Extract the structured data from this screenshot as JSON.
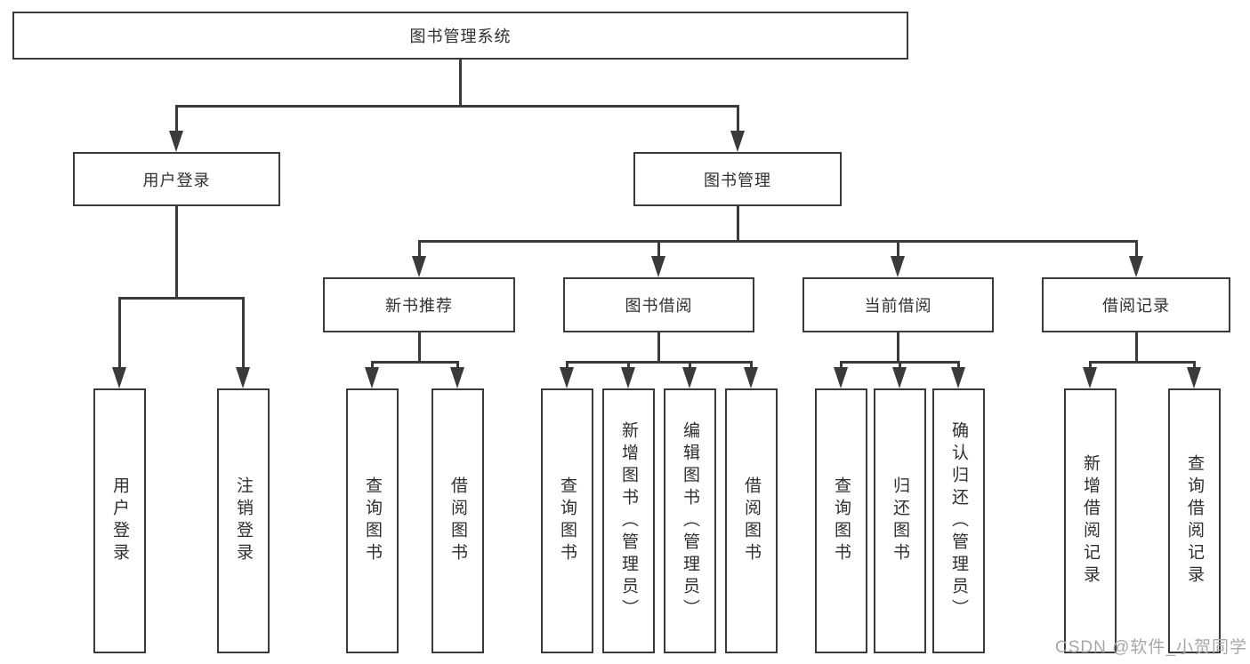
{
  "diagram_title": "图书管理系统",
  "watermark": "CSDN @软件_小贺同学",
  "colors": {
    "line": "#3a3a3a",
    "box_border": "#3a3a3a",
    "box_background": "#ffffff",
    "text": "#2f2f2f",
    "watermark": "#a8a8a8",
    "page_background": "#ffffff"
  },
  "tree": {
    "label": "图书管理系统",
    "children": [
      {
        "label": "用户登录",
        "children": [
          {
            "label": "用户登录"
          },
          {
            "label": "注销登录"
          }
        ]
      },
      {
        "label": "图书管理",
        "children": [
          {
            "label": "新书推荐",
            "children": [
              {
                "label": "查询图书"
              },
              {
                "label": "借阅图书"
              }
            ]
          },
          {
            "label": "图书借阅",
            "children": [
              {
                "label": "查询图书"
              },
              {
                "label": "新增图书（管理员）"
              },
              {
                "label": "编辑图书（管理员）"
              },
              {
                "label": "借阅图书"
              }
            ]
          },
          {
            "label": "当前借阅",
            "children": [
              {
                "label": "查询图书"
              },
              {
                "label": "归还图书"
              },
              {
                "label": "确认归还（管理员）"
              }
            ]
          },
          {
            "label": "借阅记录",
            "children": [
              {
                "label": "新增借阅记录"
              },
              {
                "label": "查询借阅记录"
              }
            ]
          }
        ]
      }
    ]
  }
}
